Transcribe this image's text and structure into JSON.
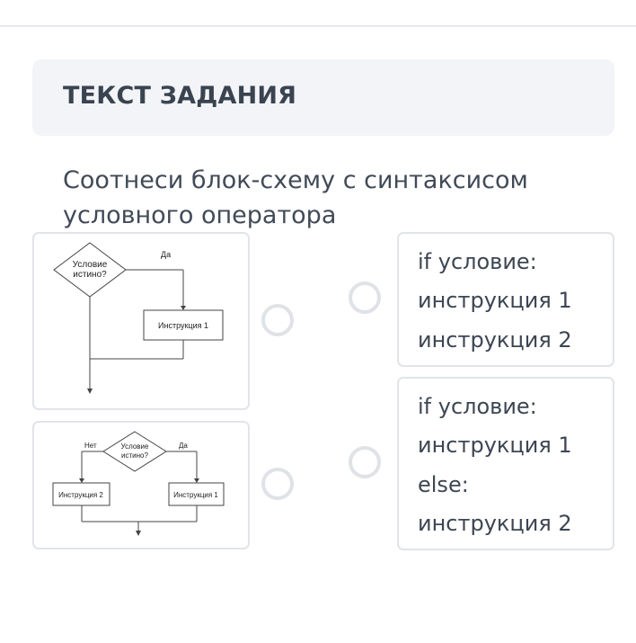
{
  "header": {
    "title": "ТЕКСТ ЗАДАНИЯ"
  },
  "question": {
    "line1": "Соотнеси блок-схему с синтаксисом",
    "line2": "условного оператора"
  },
  "flowchart1": {
    "condition_line1": "Условие",
    "condition_line2": "истино?",
    "yes_label": "Да",
    "instruction": "Инструкция 1"
  },
  "flowchart2": {
    "condition_line1": "Условие",
    "condition_line2": "истино?",
    "no_label": "Нет",
    "yes_label": "Да",
    "instruction_left": "Инструкция 2",
    "instruction_right": "Инструкция 1"
  },
  "options": [
    {
      "lines": [
        "if условие:",
        "инструкция 1",
        "инструкция 2"
      ]
    },
    {
      "lines": [
        "if условие:",
        "инструкция 1",
        "else:",
        "инструкция 2"
      ]
    }
  ],
  "colors": {
    "radio_border": "#dfe2e6",
    "card_border": "#e1e4e8",
    "header_bg": "#f2f4f7"
  }
}
